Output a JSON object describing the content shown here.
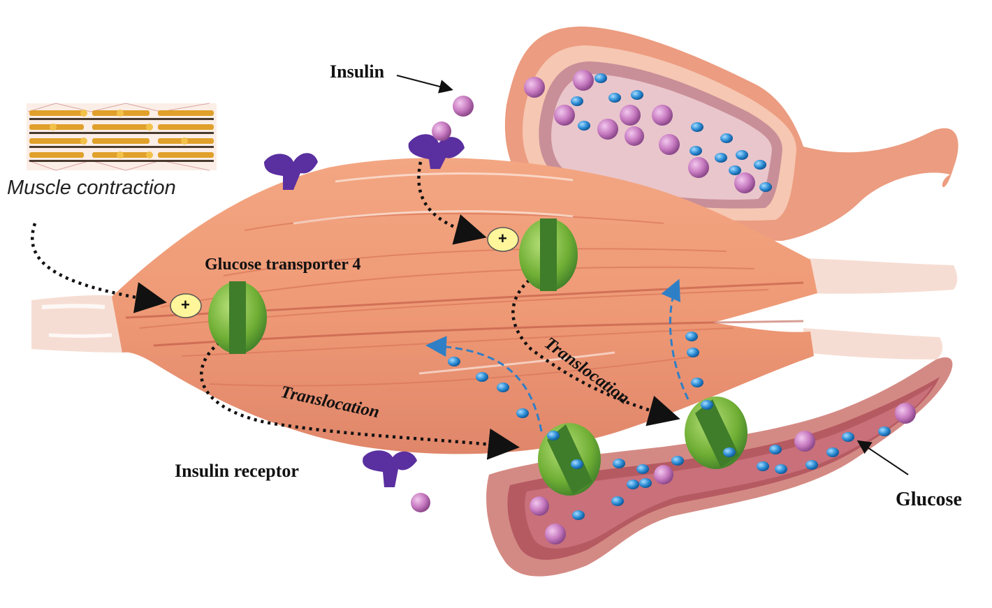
{
  "labels": {
    "insulin": "Insulin",
    "muscle_contraction": "Muscle contraction",
    "glut4": "Glucose transporter 4",
    "translocation_1": "Translocation",
    "translocation_2": "Translocation",
    "insulin_receptor": "Insulin receptor",
    "glucose": "Glucose",
    "plus": "+"
  },
  "colors": {
    "muscle": "#ef9a76",
    "muscle_dark": "#d9775a",
    "tendon": "#f6ddd3",
    "glut4_light": "#7fbf3c",
    "glut4_dark": "#3f7d2a",
    "insulin_particle": "#c77ac0",
    "glucose_particle": "#2f8fd6",
    "receptor": "#5a2fa0",
    "vessel_outer": "#e9957b",
    "vessel_inner": "#b8575c",
    "plus_badge": "#fff59a"
  }
}
